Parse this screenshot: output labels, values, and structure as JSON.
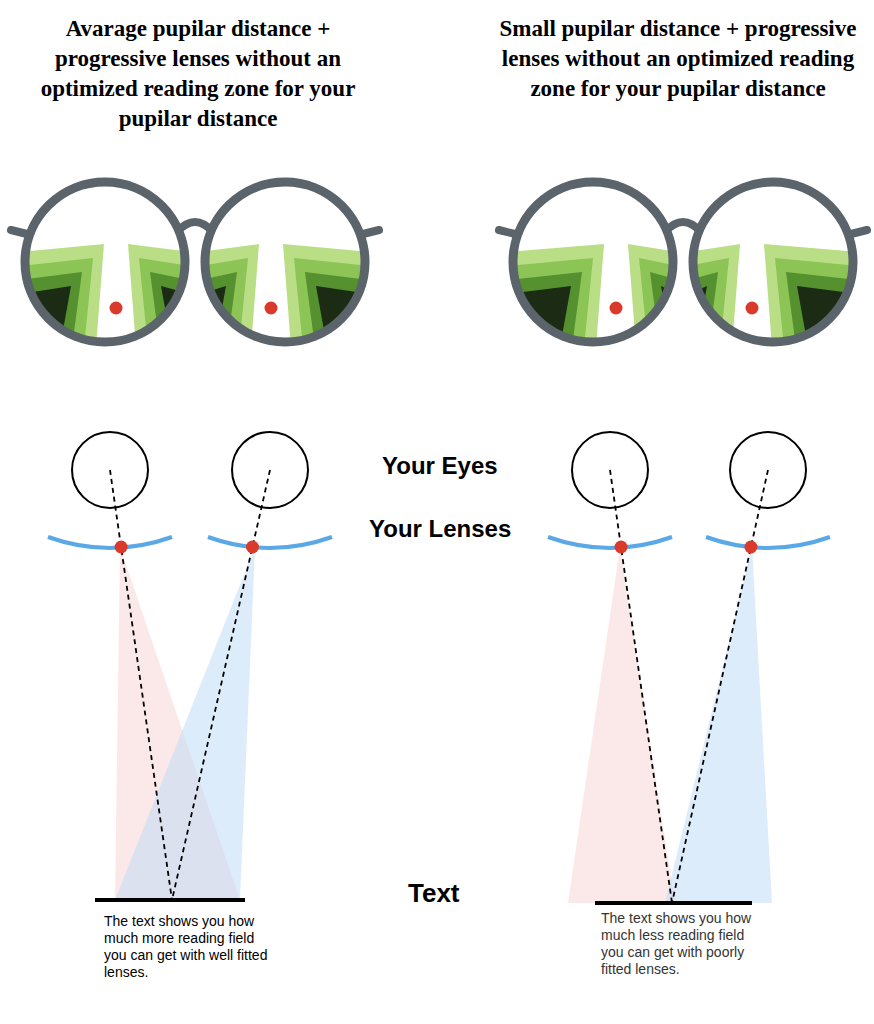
{
  "diagram": {
    "labels": [
      "Avarage pupilar distance + progressive lenses without an optimized reading zone for your pupilar distance",
      "Small pupilar distance + progressive lenses without an optimized reading zone for your pupilar distance",
      "Your Eyes",
      "Your Lenses",
      "Text",
      "The text shows you how much more reading field you can get with well fitted lenses.",
      "The text shows you how much less reading field you can get with poorly fitted lenses."
    ]
  }
}
